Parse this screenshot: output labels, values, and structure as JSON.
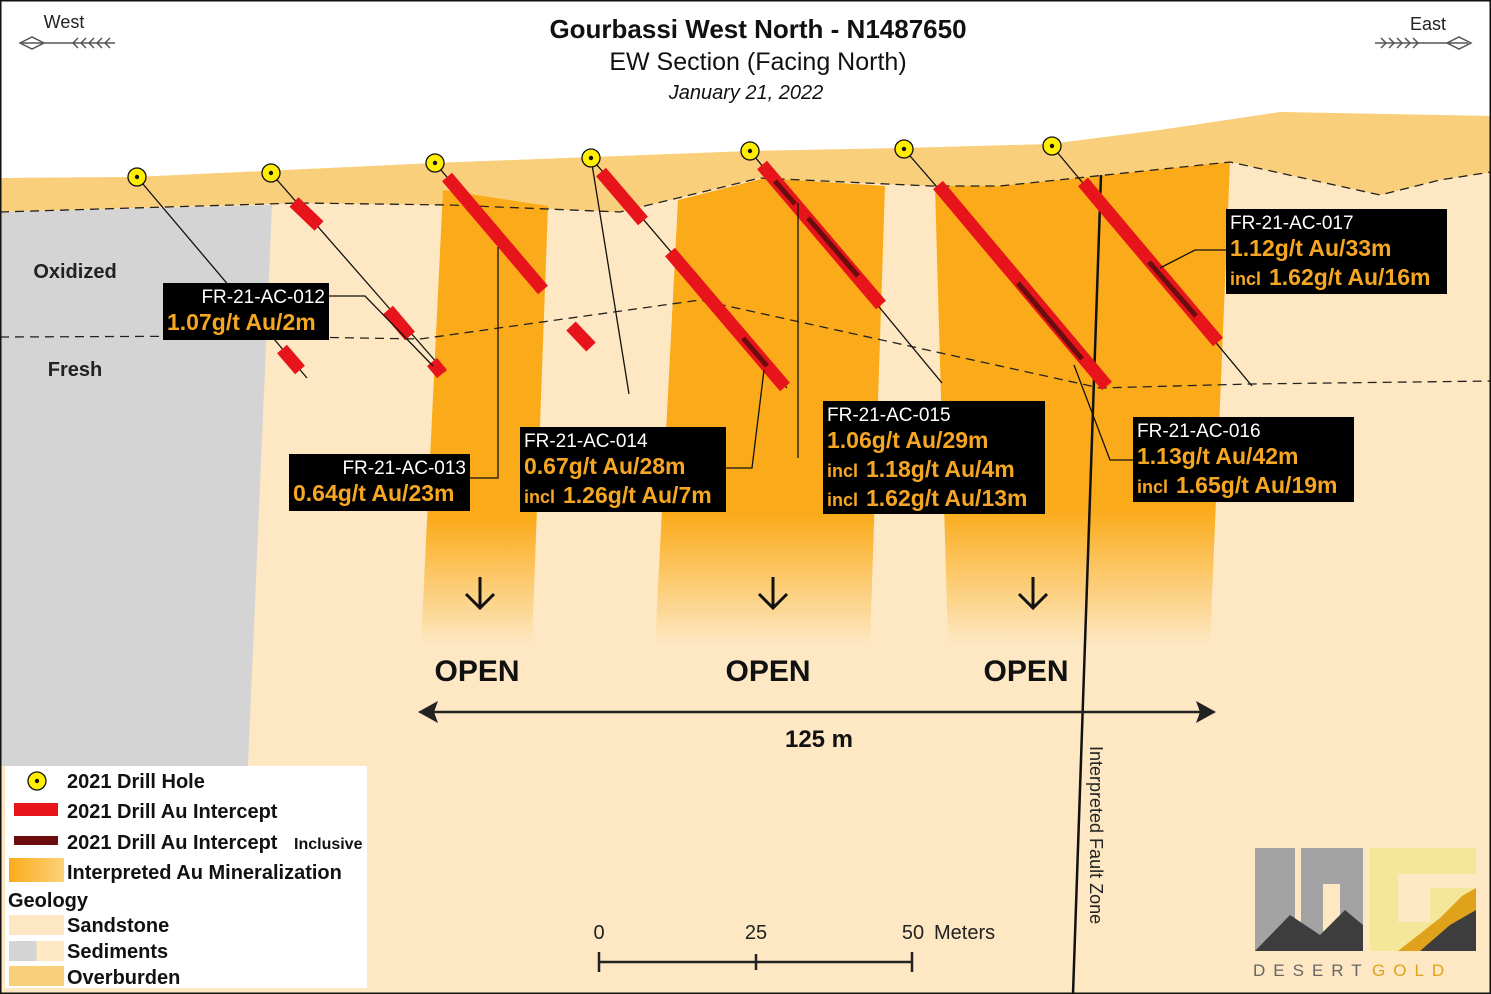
{
  "title": "Gourbassi West North - N1487650",
  "subtitle": "EW Section (Facing North)",
  "date": "January 21, 2022",
  "directions": {
    "west": "West",
    "east": "East"
  },
  "zones": {
    "oxidized": "Oxidized",
    "fresh": "Fresh"
  },
  "open_label": "OPEN",
  "distance_label": "125 m",
  "fault_label": "Interpreted Fault Zone",
  "colors": {
    "overburden": "#f9cf7c",
    "sandstone": "#fde8c3",
    "sediments": "#d4d4d4",
    "mineralization": "#fbab1a",
    "intercept": "#e8141b",
    "intercept_inclusive": "#6b0d0d",
    "label_box": "#000000",
    "label_value": "#f5a623",
    "drill_collar": "#ffee00"
  },
  "drill_holes": [
    {
      "id": "FR-21-AC-012",
      "results": [
        {
          "prefix": "",
          "text": "1.07g/t Au/2m"
        }
      ]
    },
    {
      "id": "FR-21-AC-013",
      "results": [
        {
          "prefix": "",
          "text": "0.64g/t Au/23m"
        }
      ]
    },
    {
      "id": "FR-21-AC-014",
      "results": [
        {
          "prefix": "",
          "text": "0.67g/t Au/28m"
        },
        {
          "prefix": "incl",
          "text": "1.26g/t Au/7m"
        }
      ]
    },
    {
      "id": "FR-21-AC-015",
      "results": [
        {
          "prefix": "",
          "text": "1.06g/t Au/29m"
        },
        {
          "prefix": "incl",
          "text": "1.18g/t Au/4m"
        },
        {
          "prefix": "incl",
          "text": "1.62g/t Au/13m"
        }
      ]
    },
    {
      "id": "FR-21-AC-016",
      "results": [
        {
          "prefix": "",
          "text": "1.13g/t Au/42m"
        },
        {
          "prefix": "incl",
          "text": "1.65g/t Au/19m"
        }
      ]
    },
    {
      "id": "FR-21-AC-017",
      "results": [
        {
          "prefix": "",
          "text": "1.12g/t Au/33m"
        },
        {
          "prefix": "incl",
          "text": "1.62g/t Au/16m"
        }
      ]
    }
  ],
  "legend": {
    "drill_hole": "2021 Drill Hole",
    "intercept": "2021 Drill Au Intercept",
    "intercept_inclusive": "2021 Drill Au Intercept",
    "inclusive_suffix": "Inclusive",
    "mineralization": "Interpreted Au Mineralization",
    "geology_heading": "Geology",
    "sandstone": "Sandstone",
    "sediments": "Sediments",
    "overburden": "Overburden"
  },
  "scale_bar": {
    "ticks": [
      "0",
      "25",
      "50"
    ],
    "unit": "Meters"
  },
  "logo": {
    "text_left": "DESERT",
    "text_right": "GOLD",
    "icon": "desert-gold-logo-icon"
  }
}
